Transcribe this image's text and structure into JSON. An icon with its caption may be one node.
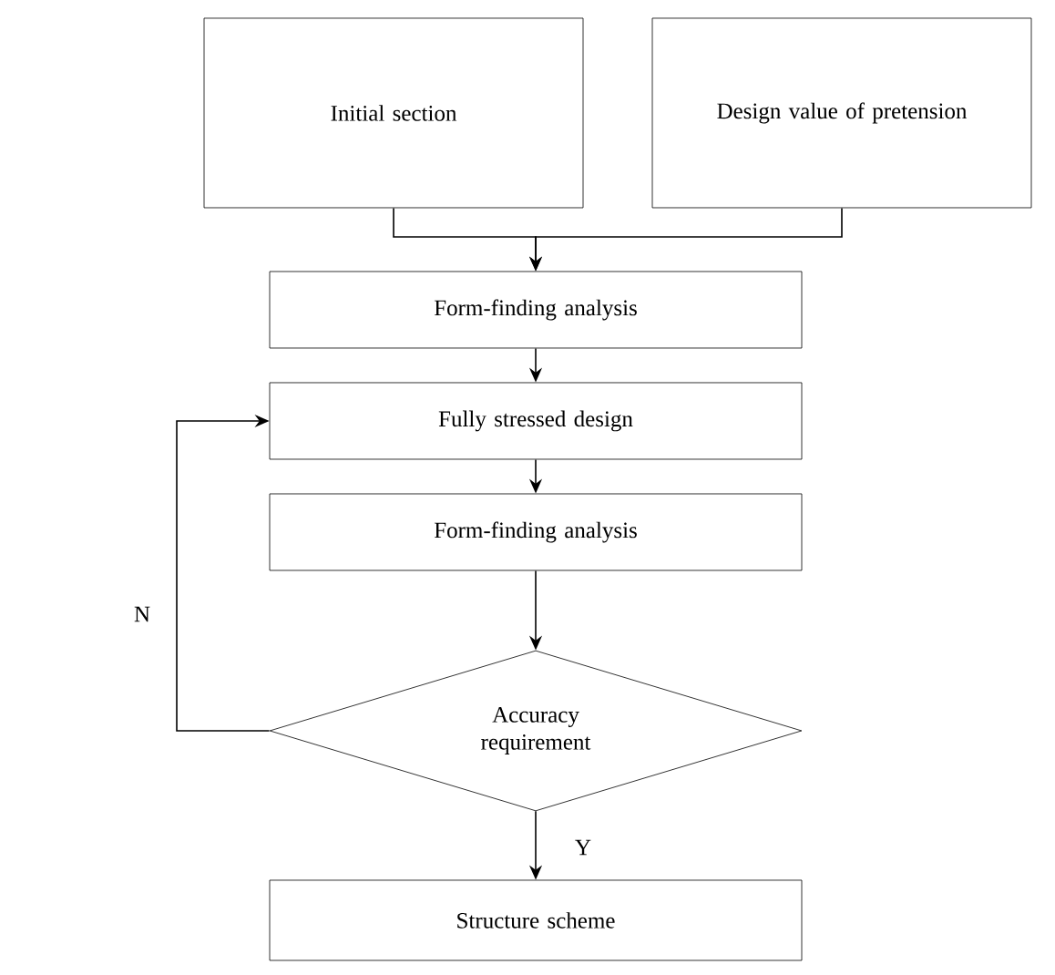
{
  "diagram": {
    "nodes": [
      {
        "text": [
          "Initial section"
        ]
      },
      {
        "text": [
          "Design value of pretension"
        ]
      },
      {
        "text": [
          "Form-finding analysis"
        ]
      },
      {
        "text": [
          "Fully stressed design"
        ]
      },
      {
        "text": [
          "Form-finding analysis"
        ]
      },
      {
        "text": [
          "Accuracy requirement"
        ]
      },
      {
        "text": [
          "Structure scheme"
        ]
      }
    ],
    "edges": [
      {
        "from": 0,
        "to": 2,
        "arrow": "to"
      },
      {
        "from": 1,
        "to": 2,
        "arrow": "to"
      },
      {
        "from": 2,
        "to": 3,
        "arrow": "to"
      },
      {
        "from": 3,
        "to": 4,
        "arrow": "to"
      },
      {
        "from": 4,
        "to": 5,
        "arrow": "to"
      },
      {
        "from": 5,
        "to": 6,
        "arrow": "to",
        "label": "Y"
      },
      {
        "from": 5,
        "to": 3,
        "arrow": "to",
        "label": "N"
      }
    ]
  }
}
